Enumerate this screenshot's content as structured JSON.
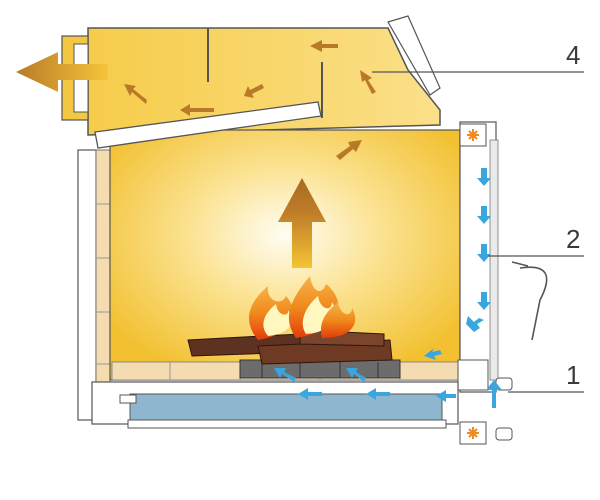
{
  "callouts": [
    {
      "id": "callout-4",
      "label": "4"
    },
    {
      "id": "callout-2",
      "label": "2"
    },
    {
      "id": "callout-1",
      "label": "1"
    }
  ],
  "colors": {
    "firebox_glow_center": "#fffdf3",
    "firebox_glow_edge": "#f2c030",
    "upper_chamber": "#f8d25a",
    "hot_air_arrow": "#b87a28",
    "cold_air_arrow": "#3aa6e0",
    "flame_outer": "#f08a1c",
    "flame_inner": "#fff6c0",
    "logs": "#5e3220",
    "glass_panel": "#8fb6cf",
    "brick_lining": "#f4dcb0",
    "frame": "#ffffff",
    "outline": "#555555",
    "fan_marker": "#f08a1c"
  },
  "icons": [
    "exhaust-arrow-icon",
    "hot-air-arrow-icon",
    "cold-air-arrow-icon",
    "flame-icon",
    "fan-icon",
    "log-icon"
  ]
}
